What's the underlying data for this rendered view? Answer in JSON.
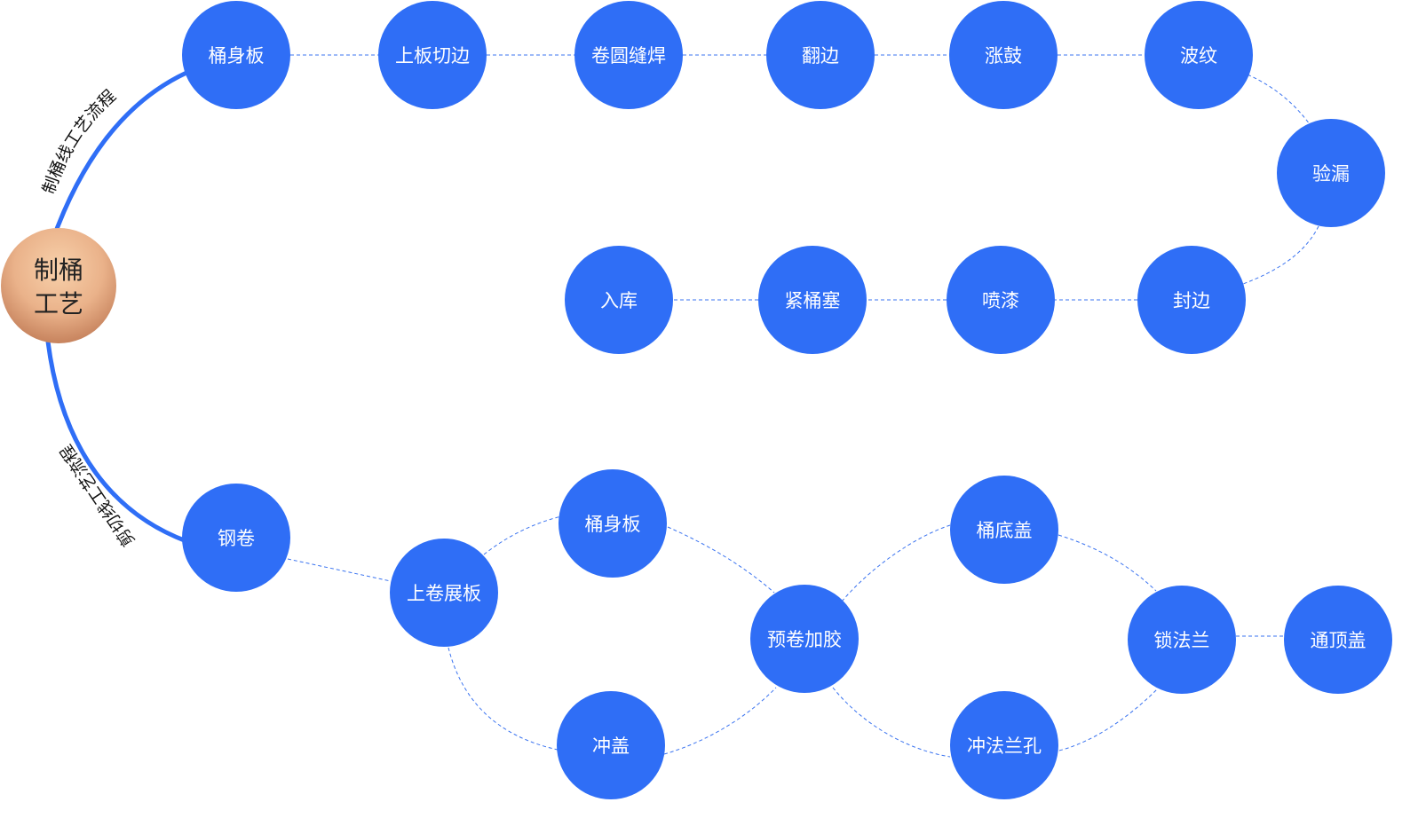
{
  "root": {
    "line1": "制桶",
    "line2": "工艺"
  },
  "branches": {
    "upper": "制桶线工艺流程",
    "lower": "剪切线工艺流程"
  },
  "upper_nodes": [
    "桶身板",
    "上板切边",
    "卷圆缝焊",
    "翻边",
    "涨鼓",
    "波纹",
    "验漏",
    "封边",
    "喷漆",
    "紧桶塞",
    "入库"
  ],
  "lower_nodes": [
    "钢卷",
    "上卷展板",
    "桶身板",
    "冲盖",
    "预卷加胶",
    "桶底盖",
    "冲法兰孔",
    "锁法兰",
    "通顶盖"
  ],
  "colors": {
    "node": "#2f6ef6",
    "link": "#3a73f0",
    "root_top": "#f6c9a0",
    "root_bottom": "#c98560"
  }
}
